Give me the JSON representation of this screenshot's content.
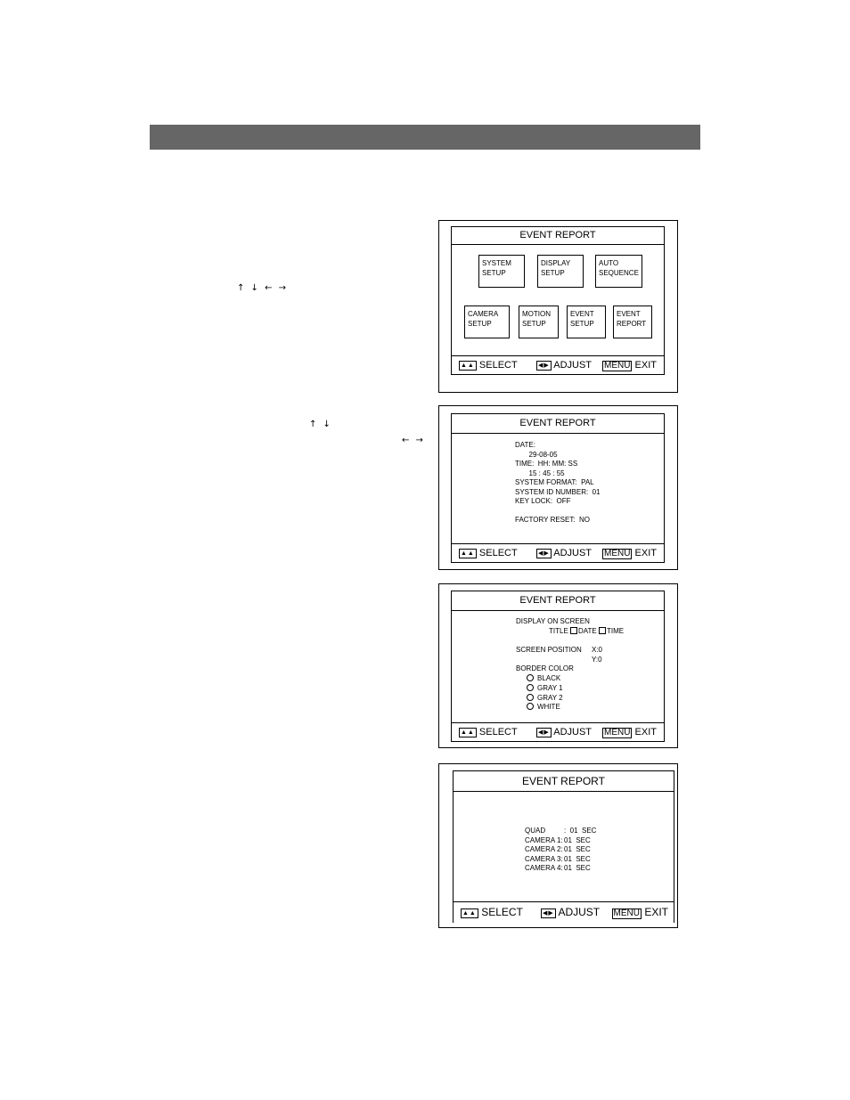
{
  "left_arrows": {
    "row1": "↑ ↓ ← →",
    "row2a": "↑ ↓",
    "row2b": "← →"
  },
  "footer": {
    "select_icon": "▲▲",
    "select": "SELECT",
    "adjust_icon": "◀▶",
    "adjust": "ADJUST",
    "menu": "MENU",
    "exit": "EXIT"
  },
  "screen1": {
    "title": "EVENT REPORT",
    "items": [
      {
        "l1": "SYSTEM",
        "l2": "SETUP"
      },
      {
        "l1": "DISPLAY",
        "l2": "SETUP"
      },
      {
        "l1": "AUTO",
        "l2": "SEQUENCE"
      },
      {
        "l1": "CAMERA",
        "l2": "SETUP"
      },
      {
        "l1": "MOTION",
        "l2": "SETUP"
      },
      {
        "l1": "EVENT",
        "l2": "SETUP"
      },
      {
        "l1": "EVENT",
        "l2": "REPORT"
      }
    ]
  },
  "screen2": {
    "title": "EVENT REPORT",
    "lines": [
      "DATE:",
      "       29-08-05",
      "TIME:  HH: MM: SS",
      "       15 : 45 : 55",
      "SYSTEM FORMAT:  PAL",
      "SYSTEM ID NUMBER:  01",
      "KEY LOCK:  OFF",
      "",
      "FACTORY RESET:  NO"
    ]
  },
  "screen3": {
    "title": "EVENT REPORT",
    "display_on_screen": "DISPLAY ON SCREEN",
    "title_label": "TITLE",
    "date_label": "DATE",
    "time_label": "TIME",
    "screen_position": "SCREEN POSITION",
    "x": "X:0",
    "y": "Y:0",
    "border_color": "BORDER COLOR",
    "colors": [
      "BLACK",
      "GRAY 1",
      "GRAY 2",
      "WHITE"
    ]
  },
  "screen4": {
    "title": "EVENT REPORT",
    "rows": [
      {
        "label": "QUAD",
        "value": ":  01  SEC"
      },
      {
        "label": "CAMERA 1:",
        "value": "01  SEC"
      },
      {
        "label": "CAMERA 2:",
        "value": "01  SEC"
      },
      {
        "label": "CAMERA 3:",
        "value": "01  SEC"
      },
      {
        "label": "CAMERA 4:",
        "value": "01  SEC"
      }
    ]
  }
}
